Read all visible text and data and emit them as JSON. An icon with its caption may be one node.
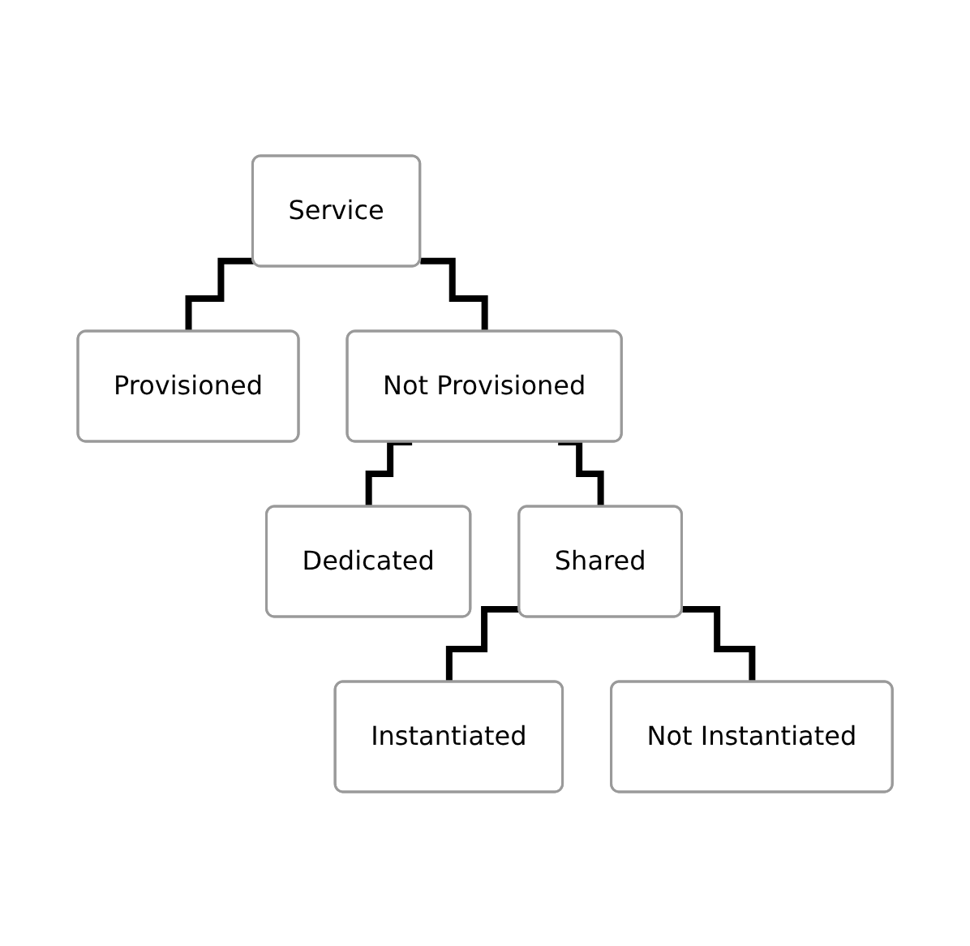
{
  "diagram": {
    "nodes": [
      {
        "text": [
          "Service"
        ]
      },
      {
        "text": [
          "Provisioned"
        ]
      },
      {
        "text": [
          "Not Provisioned"
        ]
      },
      {
        "text": [
          "Dedicated"
        ]
      },
      {
        "text": [
          "Shared"
        ]
      },
      {
        "text": [
          "Instantiated"
        ]
      },
      {
        "text": [
          "Not Instantiated"
        ]
      }
    ],
    "edges": [
      {
        "from": 0,
        "to": 1,
        "arrow": "none"
      },
      {
        "from": 0,
        "to": 2,
        "arrow": "none"
      },
      {
        "from": 2,
        "to": 3,
        "arrow": "none"
      },
      {
        "from": 2,
        "to": 4,
        "arrow": "none"
      },
      {
        "from": 4,
        "to": 5,
        "arrow": "none"
      },
      {
        "from": 4,
        "to": 6,
        "arrow": "none"
      }
    ]
  }
}
